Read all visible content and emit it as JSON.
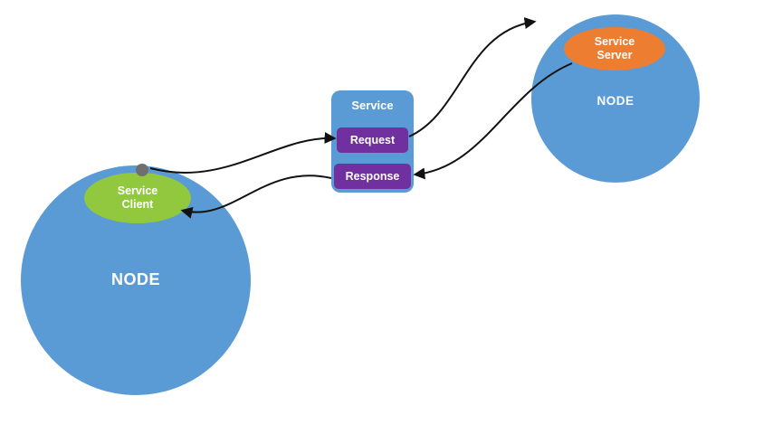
{
  "diagram": {
    "left_node_label": "NODE",
    "right_node_label": "NODE",
    "service_client_label": "Service Client",
    "service_server_label": "Service Server",
    "service_title": "Service",
    "request_label": "Request",
    "response_label": "Response",
    "colors": {
      "node_blue": "#5b9bd5",
      "client_green": "#92c83e",
      "server_orange": "#ed7d31",
      "action_purple": "#7030a0",
      "dot_gray": "#6f6f6f",
      "arrow_black": "#111111",
      "background": "#ffffff",
      "text_white": "#ffffff"
    }
  }
}
